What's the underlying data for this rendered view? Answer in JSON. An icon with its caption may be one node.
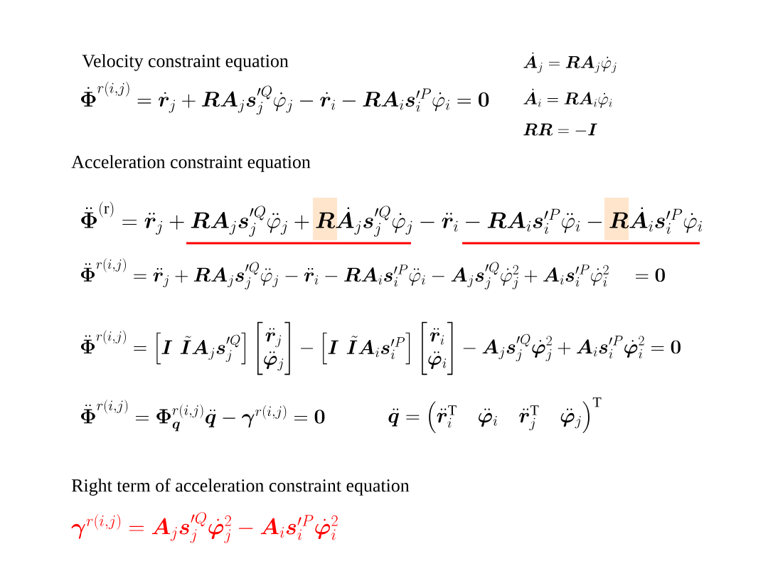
{
  "diagram": {
    "labels": [
      "Velocity constraint equation",
      "\\dot{\\bm{A}}_j = \\bm{R}\\bm{A}_j\\dot{\\varphi}_j",
      "\\dot{\\bm{\\Phi}}^{r(i,j)} = \\dot{\\bm{r}}_j + \\bm{R}\\bm{A}_j\\bm{s}_j^{\\prime Q}\\dot{\\varphi}_j - \\dot{\\bm{r}}_i - \\bm{R}\\bm{A}_i\\bm{s}_i^{\\prime P}\\dot{\\varphi}_i = \\bm{0}",
      "\\dot{\\bm{A}}_i = \\bm{R}\\bm{A}_i\\dot{\\varphi}_i",
      "\\bm{R}\\bm{R} = -\\bm{I}",
      "Acceleration constraint equation",
      "\\ddot{\\bm{\\Phi}}^{(\\mathrm{r})} = \\ddot{\\bm{r}}_j + \\bm{R}\\bm{A}_j\\bm{s}_j^{\\prime Q}\\ddot{\\varphi}_j + \\bm{R}\\dot{\\bm{A}}_j\\bm{s}_j^{\\prime Q}\\dot{\\varphi}_j - \\ddot{\\bm{r}}_i - \\bm{R}\\bm{A}_i\\bm{s}_i^{\\prime P}\\ddot{\\varphi}_i - \\bm{R}\\dot{\\bm{A}}_i\\bm{s}_i^{\\prime P}\\dot{\\varphi}_i",
      "\\ddot{\\bm{\\Phi}}^{r(i,j)} = \\ddot{\\bm{r}}_j + \\bm{R}\\bm{A}_j\\bm{s}_j^{\\prime Q}\\ddot{\\varphi}_j - \\ddot{\\bm{r}}_i - \\bm{R}\\bm{A}_i\\bm{s}_i^{\\prime P}\\ddot{\\varphi}_i - \\bm{A}_j\\bm{s}_j^{\\prime Q}\\dot{\\varphi}_j^2 + \\bm{A}_i\\bm{s}_i^{\\prime P}\\dot{\\varphi}_i^2 \\quad = \\bm{0}",
      "\\ddot{\\bm{\\Phi}}^{r(i,j)} = \\begin{bmatrix} \\bm{I} & \\tilde{\\bm{I}}\\bm{A}_j\\bm{s}_j^{\\prime Q} \\end{bmatrix} \\begin{bmatrix} \\ddot{\\bm{r}}_j \\\\ \\ddot{\\bm{\\varphi}}_j \\end{bmatrix} - \\begin{bmatrix} \\bm{I} & \\tilde{\\bm{I}}\\bm{A}_i\\bm{s}_i^{\\prime P} \\end{bmatrix} \\begin{bmatrix} \\ddot{\\bm{r}}_i \\\\ \\ddot{\\bm{\\varphi}}_i \\end{bmatrix} - \\bm{A}_j\\bm{s}_j^{\\prime Q}\\dot{\\bm{\\varphi}}_j^2 + \\bm{A}_i\\bm{s}_i^{\\prime P}\\dot{\\bm{\\varphi}}_i^2 = \\bm{0}",
      "\\ddot{\\bm{\\Phi}}^{r(i,j)} = \\bm{\\Phi}_{\\bm{q}}^{r(i,j)}\\ddot{\\bm{q}} - \\bm{\\gamma}^{r(i,j)} = \\bm{0}",
      "\\ddot{\\bm{q}} = \\left(\\ddot{\\bm{r}}_i^{\\mathrm{T}} \\quad \\ddot{\\bm{\\varphi}}_i \\quad \\ddot{\\bm{r}}_j^{\\mathrm{T}} \\quad \\ddot{\\bm{\\varphi}}_j\\right)^{\\mathrm{T}}",
      "Right term of acceleration constraint equation",
      "\\bm{\\gamma}^{r(i,j)} = \\bm{A}_j\\bm{s}_j^{\\prime Q}\\dot{\\bm{\\varphi}}_j^2 - \\bm{A}_i\\bm{s}_i^{\\prime P}\\dot{\\bm{\\varphi}}_i^2"
    ]
  }
}
